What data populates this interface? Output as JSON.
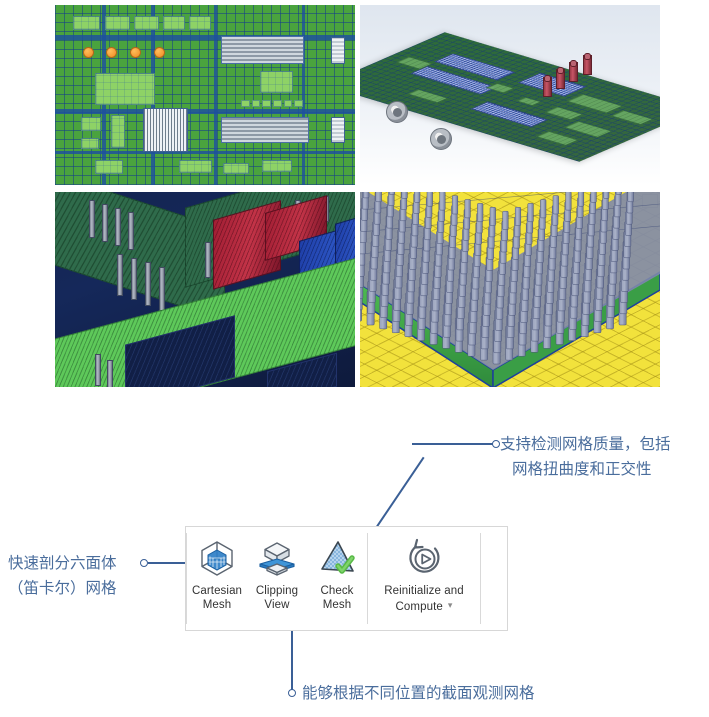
{
  "gallery": {
    "images": [
      {
        "id": "pcb-topdown-mesh",
        "alt": "PCB top-down cartesian mesh view",
        "position": "top-left"
      },
      {
        "id": "pcb-isometric-mesh",
        "alt": "PCB isometric 3D meshed board",
        "position": "top-right"
      },
      {
        "id": "pcb-zoom-mesh",
        "alt": "Zoomed 3D mesh with red and blue components",
        "position": "bottom-left"
      },
      {
        "id": "bga-ball-array-mesh",
        "alt": "BGA solder ball array hexahedral mesh",
        "position": "bottom-right"
      }
    ]
  },
  "ribbon": {
    "buttons": [
      {
        "name": "cartesian-mesh",
        "icon": "cube-mesh-icon",
        "label_line1": "Cartesian",
        "label_line2": "Mesh",
        "has_dropdown": false
      },
      {
        "name": "clipping-view",
        "icon": "clipping-plane-cube-icon",
        "label_line1": "Clipping",
        "label_line2": "View",
        "has_dropdown": false
      },
      {
        "name": "check-mesh",
        "icon": "mesh-checkmark-icon",
        "label_line1": "Check",
        "label_line2": "Mesh",
        "has_dropdown": false
      },
      {
        "name": "reinitialize-and-compute",
        "icon": "refresh-play-icon",
        "label_line1": "Reinitialize and",
        "label_line2": "Compute",
        "has_dropdown": true,
        "dropdown_caret": "▾"
      }
    ]
  },
  "annotations": {
    "left": {
      "name": "annotation-cartesian-mesh",
      "line1": "快速剖分六面体",
      "line2": "（笛卡尔）网格",
      "target": "cartesian-mesh"
    },
    "top_right": {
      "name": "annotation-check-mesh",
      "line1": "支持检测网格质量，包括",
      "line2": "网格扭曲度和正交性",
      "target": "check-mesh"
    },
    "bottom": {
      "name": "annotation-clipping-view",
      "line1": "能够根据不同位置的截面观测网格",
      "target": "clipping-view"
    }
  },
  "colors": {
    "annotation_text": "#4a6d9c",
    "leader_line": "#3a5f96",
    "ribbon_border": "#d7d7d7",
    "ribbon_label": "#333333",
    "icon_blue": "#2f7fc7",
    "icon_outline": "#5a6470",
    "check_green": "#58b947"
  }
}
